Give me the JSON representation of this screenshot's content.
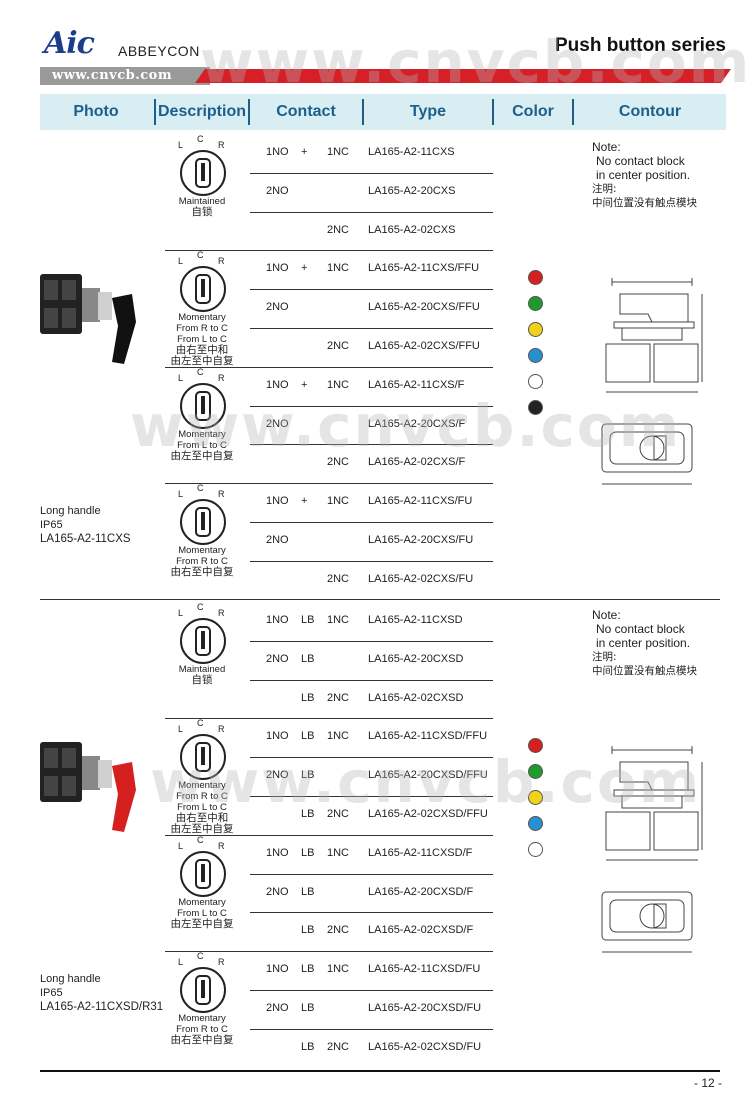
{
  "header_bar": {
    "logo": "Aic",
    "brand": "ABBEYCON",
    "series": "Push button series",
    "url": "www.cnvcb.com"
  },
  "columns": [
    "Photo",
    "Description",
    "Contact",
    "Type",
    "Color",
    "Contour"
  ],
  "watermark": "www.cnvcb.com",
  "section1": {
    "photo_label": [
      "Long handle",
      "IP65",
      "LA165-A2-11CXS"
    ],
    "photo_color": "#111111",
    "groups": [
      {
        "dial": "L C R",
        "caption": [
          "Maintained",
          "自锁"
        ],
        "rows": [
          [
            "1NO",
            "+",
            "1NC",
            "LA165-A2-11CXS"
          ],
          [
            "2NO",
            "",
            "",
            "LA165-A2-20CXS"
          ],
          [
            "",
            "",
            "2NC",
            "LA165-A2-02CXS"
          ]
        ]
      },
      {
        "dial": "L C R",
        "caption": [
          "Momentary",
          "From R to C",
          "From L to C",
          "由右至中和",
          "由左至中自复"
        ],
        "rows": [
          [
            "1NO",
            "+",
            "1NC",
            "LA165-A2-11CXS/FFU"
          ],
          [
            "2NO",
            "",
            "",
            "LA165-A2-20CXS/FFU"
          ],
          [
            "",
            "",
            "2NC",
            "LA165-A2-02CXS/FFU"
          ]
        ]
      },
      {
        "dial": "L C R",
        "caption": [
          "Momentary",
          "From L to C",
          "由左至中自复"
        ],
        "rows": [
          [
            "1NO",
            "+",
            "1NC",
            "LA165-A2-11CXS/F"
          ],
          [
            "2NO",
            "",
            "",
            "LA165-A2-20CXS/F"
          ],
          [
            "",
            "",
            "2NC",
            "LA165-A2-02CXS/F"
          ]
        ]
      },
      {
        "dial": "L C R",
        "caption": [
          "Momentary",
          "From R to C",
          "由右至中自复"
        ],
        "rows": [
          [
            "1NO",
            "+",
            "1NC",
            "LA165-A2-11CXS/FU"
          ],
          [
            "2NO",
            "",
            "",
            "LA165-A2-20CXS/FU"
          ],
          [
            "",
            "",
            "2NC",
            "LA165-A2-02CXS/FU"
          ]
        ]
      }
    ],
    "colors": [
      "#d62020",
      "#1f9a2e",
      "#f0d21a",
      "#2a8fd0",
      "#ffffff",
      "#222222"
    ],
    "note": [
      "Note:",
      "No contact block",
      "in center position.",
      "注明:",
      "中间位置没有触点模块"
    ]
  },
  "section2": {
    "photo_label": [
      "Long handle",
      "IP65",
      "LA165-A2-11CXSD/R31"
    ],
    "photo_color": "#d62020",
    "groups": [
      {
        "dial": "L C R",
        "caption": [
          "Maintained",
          "自锁"
        ],
        "rows": [
          [
            "1NO",
            "LB",
            "1NC",
            "LA165-A2-11CXSD"
          ],
          [
            "2NO",
            "LB",
            "",
            "LA165-A2-20CXSD"
          ],
          [
            "",
            "LB",
            "2NC",
            "LA165-A2-02CXSD"
          ]
        ]
      },
      {
        "dial": "L C R",
        "caption": [
          "Momentary",
          "From R to C",
          "From L to C",
          "由右至中和",
          "由左至中自复"
        ],
        "rows": [
          [
            "1NO",
            "LB",
            "1NC",
            "LA165-A2-11CXSD/FFU"
          ],
          [
            "2NO",
            "LB",
            "",
            "LA165-A2-20CXSD/FFU"
          ],
          [
            "",
            "LB",
            "2NC",
            "LA165-A2-02CXSD/FFU"
          ]
        ]
      },
      {
        "dial": "L C R",
        "caption": [
          "Momentary",
          "From L to C",
          "由左至中自复"
        ],
        "rows": [
          [
            "1NO",
            "LB",
            "1NC",
            "LA165-A2-11CXSD/F"
          ],
          [
            "2NO",
            "LB",
            "",
            "LA165-A2-20CXSD/F"
          ],
          [
            "",
            "LB",
            "2NC",
            "LA165-A2-02CXSD/F"
          ]
        ]
      },
      {
        "dial": "L C R",
        "caption": [
          "Momentary",
          "From R to C",
          "由右至中自复"
        ],
        "rows": [
          [
            "1NO",
            "LB",
            "1NC",
            "LA165-A2-11CXSD/FU"
          ],
          [
            "2NO",
            "LB",
            "",
            "LA165-A2-20CXSD/FU"
          ],
          [
            "",
            "LB",
            "2NC",
            "LA165-A2-02CXSD/FU"
          ]
        ]
      }
    ],
    "colors": [
      "#d62020",
      "#1f9a2e",
      "#f0d21a",
      "#2a8fd0",
      "#ffffff"
    ],
    "note": [
      "Note:",
      "No contact block",
      "in center position.",
      "注明:",
      "中间位置没有触点模块"
    ]
  },
  "page_number": "- 12 -"
}
